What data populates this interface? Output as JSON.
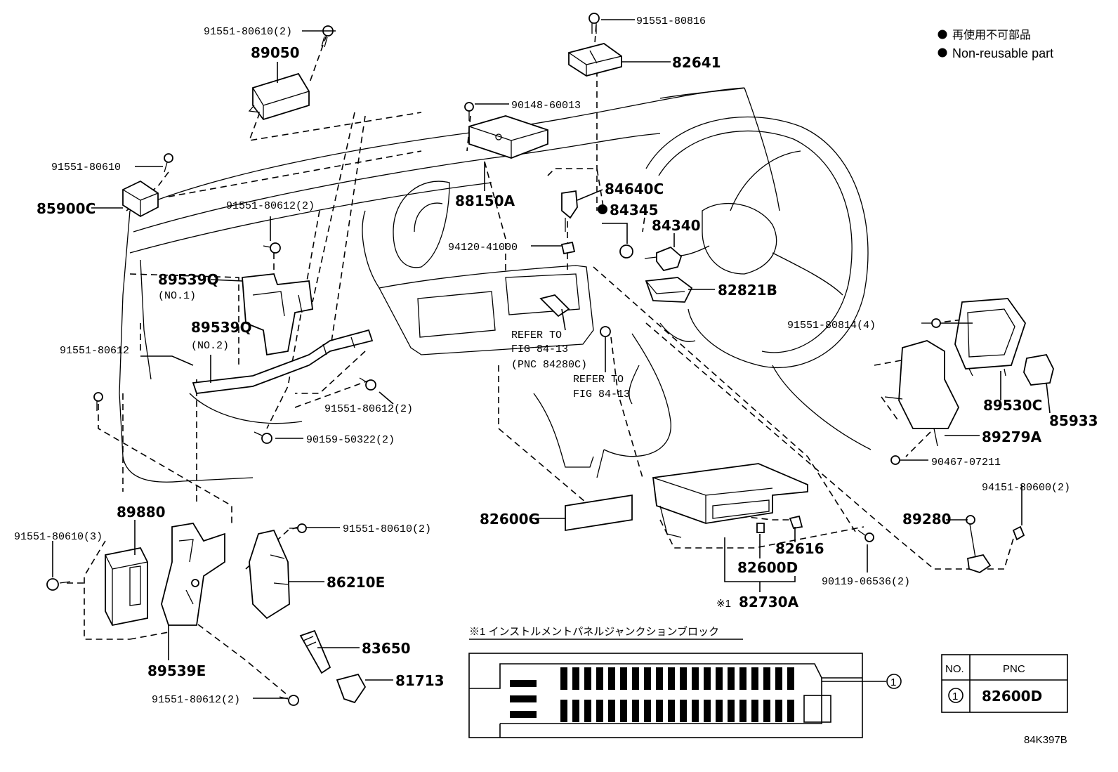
{
  "legend": {
    "jp": "再使用不可部品",
    "en": "Non-reusable part"
  },
  "figure_code": "84K397B",
  "labels": {
    "l91551_80610_2_top": "91551-80610(2)",
    "l89050": "89050",
    "l91551_80816": "91551-80816",
    "l82641": "82641",
    "l90148_60013": "90148-60013",
    "l91551_80610": "91551-80610",
    "l85900C": "85900C",
    "l88150A": "88150A",
    "l84640C": "84640C",
    "l84345": "84345",
    "l84340": "84340",
    "l91551_80612_2_a": "91551-80612(2)",
    "l94120_41000": "94120-41000",
    "l82821B": "82821B",
    "l89539Q_1": "89539Q",
    "no1": "(NO.1)",
    "l89539Q_2": "89539Q",
    "no2": "(NO.2)",
    "l91551_80612": "91551-80612",
    "refer1_a": "REFER TO",
    "refer1_b": "FIG 84-13",
    "refer1_c": "(PNC 84280C)",
    "refer2_a": "REFER TO",
    "refer2_b": "FIG 84-13",
    "l91551_80814_4": "91551-80814(4)",
    "l91551_80612_2_b": "91551-80612(2)",
    "l90159_50322_2": "90159-50322(2)",
    "l89530C": "89530C",
    "l85933": "85933",
    "l89279A": "89279A",
    "l90467_07211": "90467-07211",
    "l94151_80600_2": "94151-80600(2)",
    "l89880": "89880",
    "l91551_80610_3": "91551-80610(3)",
    "l91551_80610_2_mid": "91551-80610(2)",
    "l82600G": "82600G",
    "l89280": "89280",
    "l82616": "82616",
    "l82600D": "82600D",
    "l90119_06536_2": "90119-06536(2)",
    "l86210E": "86210E",
    "l82730A": "82730A",
    "l82730A_mark": "※1",
    "l83650": "83650",
    "l89539E": "89539E",
    "l81713": "81713",
    "l91551_80612_2_c": "91551-80612(2)"
  },
  "footnote": "※1 インストルメントパネルジャンクションブロック",
  "callout_number": "1",
  "table": {
    "headers": [
      "NO.",
      "PNC"
    ],
    "rows": [
      {
        "no": "1",
        "pnc": "82600D"
      }
    ]
  }
}
